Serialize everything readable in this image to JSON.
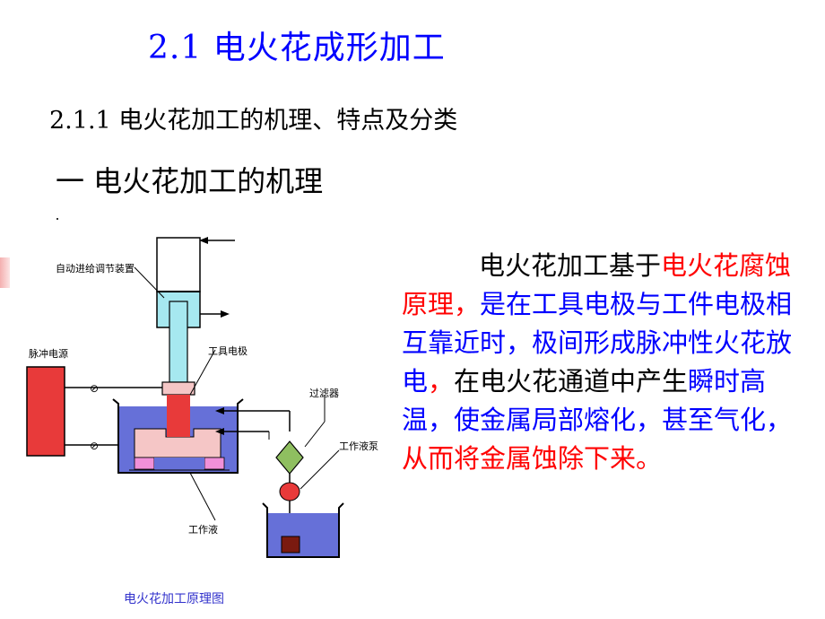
{
  "slide": {
    "title": "2.1  电火花成形加工",
    "subtitle": "2.1.1 电火花加工的机理、特点及分类",
    "heading": "一  电火花加工的机理",
    "description": {
      "part1": "电火花加工基于",
      "part2": "电火花腐蚀原理，",
      "part3": "是在工具电极与工件电极相互靠近时，极间形成脉冲性火花放电",
      "part4": "，",
      "part5": "在电火花通道中产生",
      "part6": "瞬时高温，使金属局部熔化，甚至气化，",
      "part7": "从而将金属蚀除下来。"
    }
  },
  "diagram": {
    "caption": "电火花加工原理图",
    "labels": {
      "auto_feed": "自动进给调节装置",
      "pulse_power": "脉冲电源",
      "tool_electrode": "工具电极",
      "filter": "过滤器",
      "pump": "工作液泵",
      "fluid": "工作液"
    }
  },
  "colors": {
    "title": "#0000ff",
    "emphasis_red": "#ff0000",
    "emphasis_blue": "#0000ff",
    "cylinder": "#a6e8f0",
    "power_box": "#e83a3a",
    "liquid": "#6670d8",
    "workpiece": "#f5c6c6",
    "pads": "#f090d8",
    "filter": "#8fbf60"
  }
}
